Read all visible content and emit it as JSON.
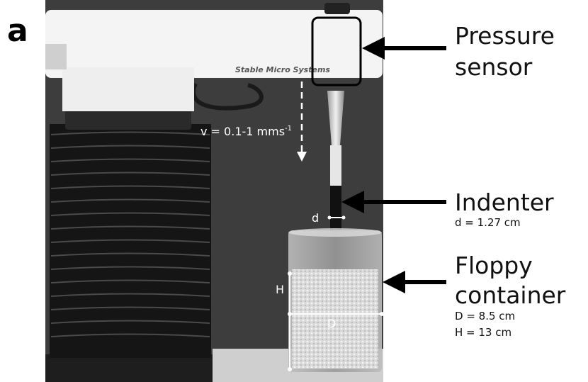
{
  "panel_letter": "a",
  "brand": "Stable Micro Systems",
  "velocity_label": "v = 0.1-1 mms",
  "velocity_exponent": "-1",
  "callouts": {
    "pressure_sensor": {
      "line1": "Pressure",
      "line2": "sensor"
    },
    "indenter": {
      "title": "Indenter",
      "detail": "d = 1.27 cm"
    },
    "floppy_container": {
      "line1": "Floppy",
      "line2": "container",
      "detail1": "D = 8.5 cm",
      "detail2": "H = 13 cm"
    }
  },
  "dimension_labels": {
    "indenter_d": "d",
    "container_H": "H",
    "container_D": "D"
  },
  "colors": {
    "background": "#ffffff",
    "photo_backdrop": "#3a3a3a",
    "arrow": "#000000",
    "annotation": "#ffffff"
  }
}
